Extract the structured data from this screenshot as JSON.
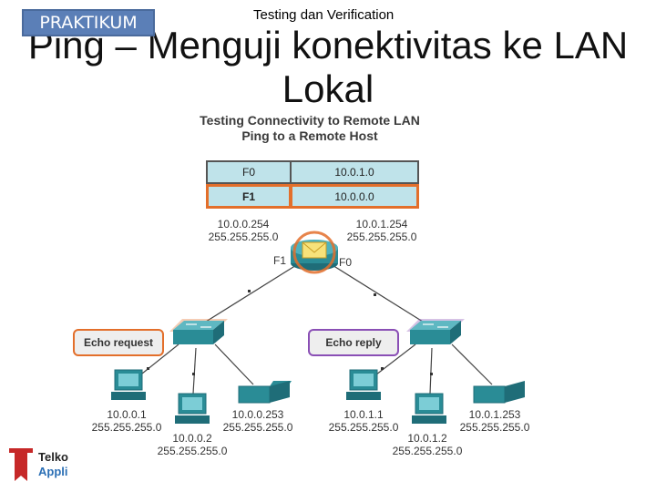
{
  "header": {
    "badge": "PRAKTIKUM",
    "subtitle": "Testing dan Verification",
    "title_line1": "Ping – Menguji konektivitas  ke LAN",
    "title_line2": "Lokal"
  },
  "diagram": {
    "heading1": "Testing Connectivity to Remote LAN",
    "heading2": "Ping to a Remote Host",
    "routing_table": [
      {
        "iface": "F0",
        "network": "10.0.1.0",
        "selected": false
      },
      {
        "iface": "F1",
        "network": "10.0.0.0",
        "selected": true
      }
    ],
    "router_ports": {
      "left": {
        "label": "F1",
        "ip": "10.0.0.254",
        "mask": "255.255.255.0"
      },
      "right": {
        "label": "F0",
        "ip": "10.0.1.254",
        "mask": "255.255.255.0"
      }
    },
    "echo_request": "Echo request",
    "echo_reply": "Echo reply",
    "hosts_left": [
      {
        "ip": "10.0.0.1",
        "mask": "255.255.255.0"
      },
      {
        "ip": "10.0.0.2",
        "mask": "255.255.255.0"
      },
      {
        "ip": "10.0.0.253",
        "mask": "255.255.255.0"
      }
    ],
    "hosts_right": [
      {
        "ip": "10.0.1.1",
        "mask": "255.255.255.0"
      },
      {
        "ip": "10.0.1.2",
        "mask": "255.255.255.0"
      },
      {
        "ip": "10.0.1.253",
        "mask": "255.255.255.0"
      }
    ]
  },
  "logo": {
    "line1": "Telko",
    "line2": "Appli"
  },
  "colors": {
    "accent_orange": "#e36f2b",
    "accent_purple": "#8a4fb5",
    "table_fill": "#bfe3ea",
    "device_teal": "#2a8c96"
  }
}
